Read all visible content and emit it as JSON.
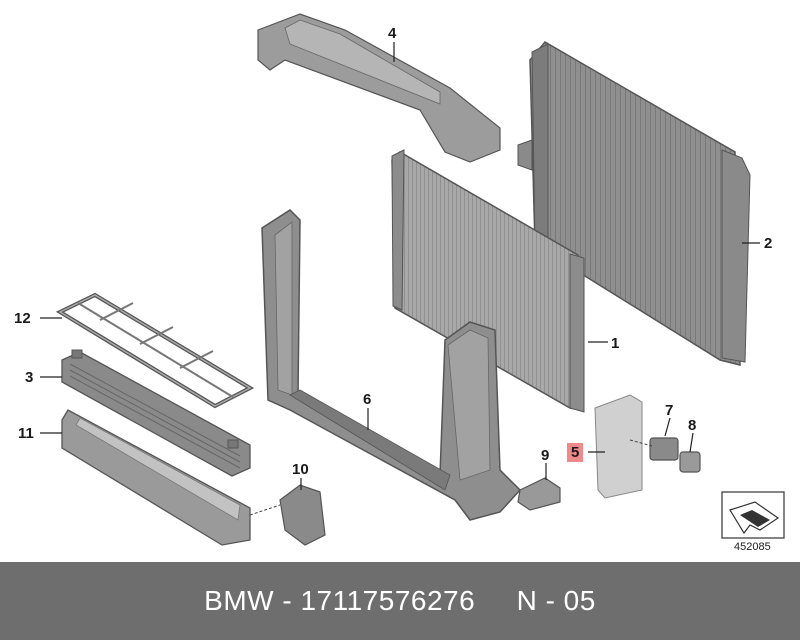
{
  "labels": {
    "l1": "1",
    "l2": "2",
    "l3": "3",
    "l4": "4",
    "l5": "5",
    "l6": "6",
    "l7": "7",
    "l8": "8",
    "l9": "9",
    "l10": "10",
    "l11": "11",
    "l12": "12"
  },
  "reference_number": "452085",
  "footer": {
    "caption": "BMW - 17117576276     N - 05"
  },
  "colors": {
    "part_fill": "#9a9a9a",
    "part_stroke": "#555555",
    "highlight": "#f08a8a",
    "footer_bg": "#6e6e6e"
  },
  "icons": {
    "navigation": "arrow-frame-icon"
  }
}
